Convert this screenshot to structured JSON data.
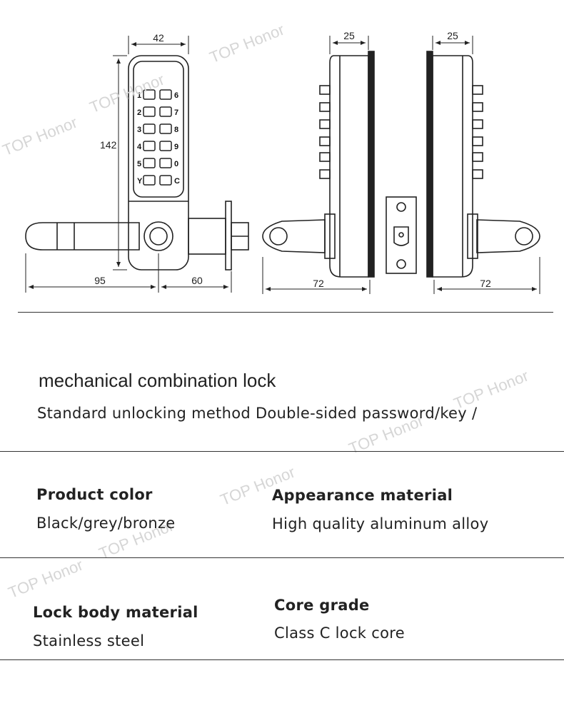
{
  "watermark": "TOP Honor",
  "drawing": {
    "front": {
      "width": "42",
      "height": "142",
      "lever": "95",
      "spindle": "60",
      "keys_left": [
        "1",
        "2",
        "3",
        "4",
        "5",
        "Y"
      ],
      "keys_right": [
        "6",
        "7",
        "8",
        "9",
        "0",
        "C"
      ]
    },
    "side_left": {
      "depth": "25",
      "length": "72"
    },
    "side_right": {
      "depth": "25",
      "length": "72"
    }
  },
  "title": "mechanical combination lock",
  "subtitle": "Standard unlocking method Double-sided password/key /",
  "specs": {
    "product_color": {
      "label": "Product color",
      "value": "Black/grey/bronze"
    },
    "appearance_material": {
      "label": "Appearance material",
      "value": "High quality aluminum alloy"
    },
    "lock_body_material": {
      "label": "Lock body material",
      "value": "Stainless steel"
    },
    "core_grade": {
      "label": "Core grade",
      "value": "Class C lock core"
    }
  }
}
